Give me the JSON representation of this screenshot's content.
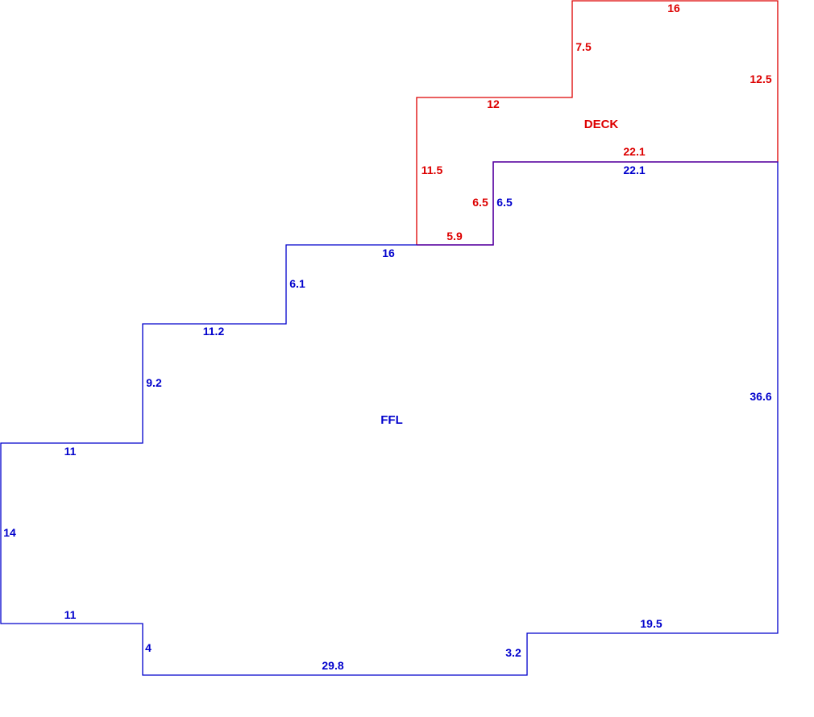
{
  "colors": {
    "ffl": "#0000cc",
    "deck": "#dd0000",
    "shared_edge": "#5500aa",
    "background": "#ffffff"
  },
  "areas": {
    "ffl": {
      "label": "FFL",
      "dimensions": [
        "11",
        "14",
        "11",
        "4",
        "29.8",
        "3.2",
        "19.5",
        "36.6",
        "22.1",
        "6.5",
        "16",
        "6.1",
        "11.2",
        "9.2"
      ]
    },
    "deck": {
      "label": "DECK",
      "dimensions": [
        "16",
        "7.5",
        "12.5",
        "12",
        "22.1",
        "11.5",
        "6.5",
        "5.9"
      ]
    }
  }
}
